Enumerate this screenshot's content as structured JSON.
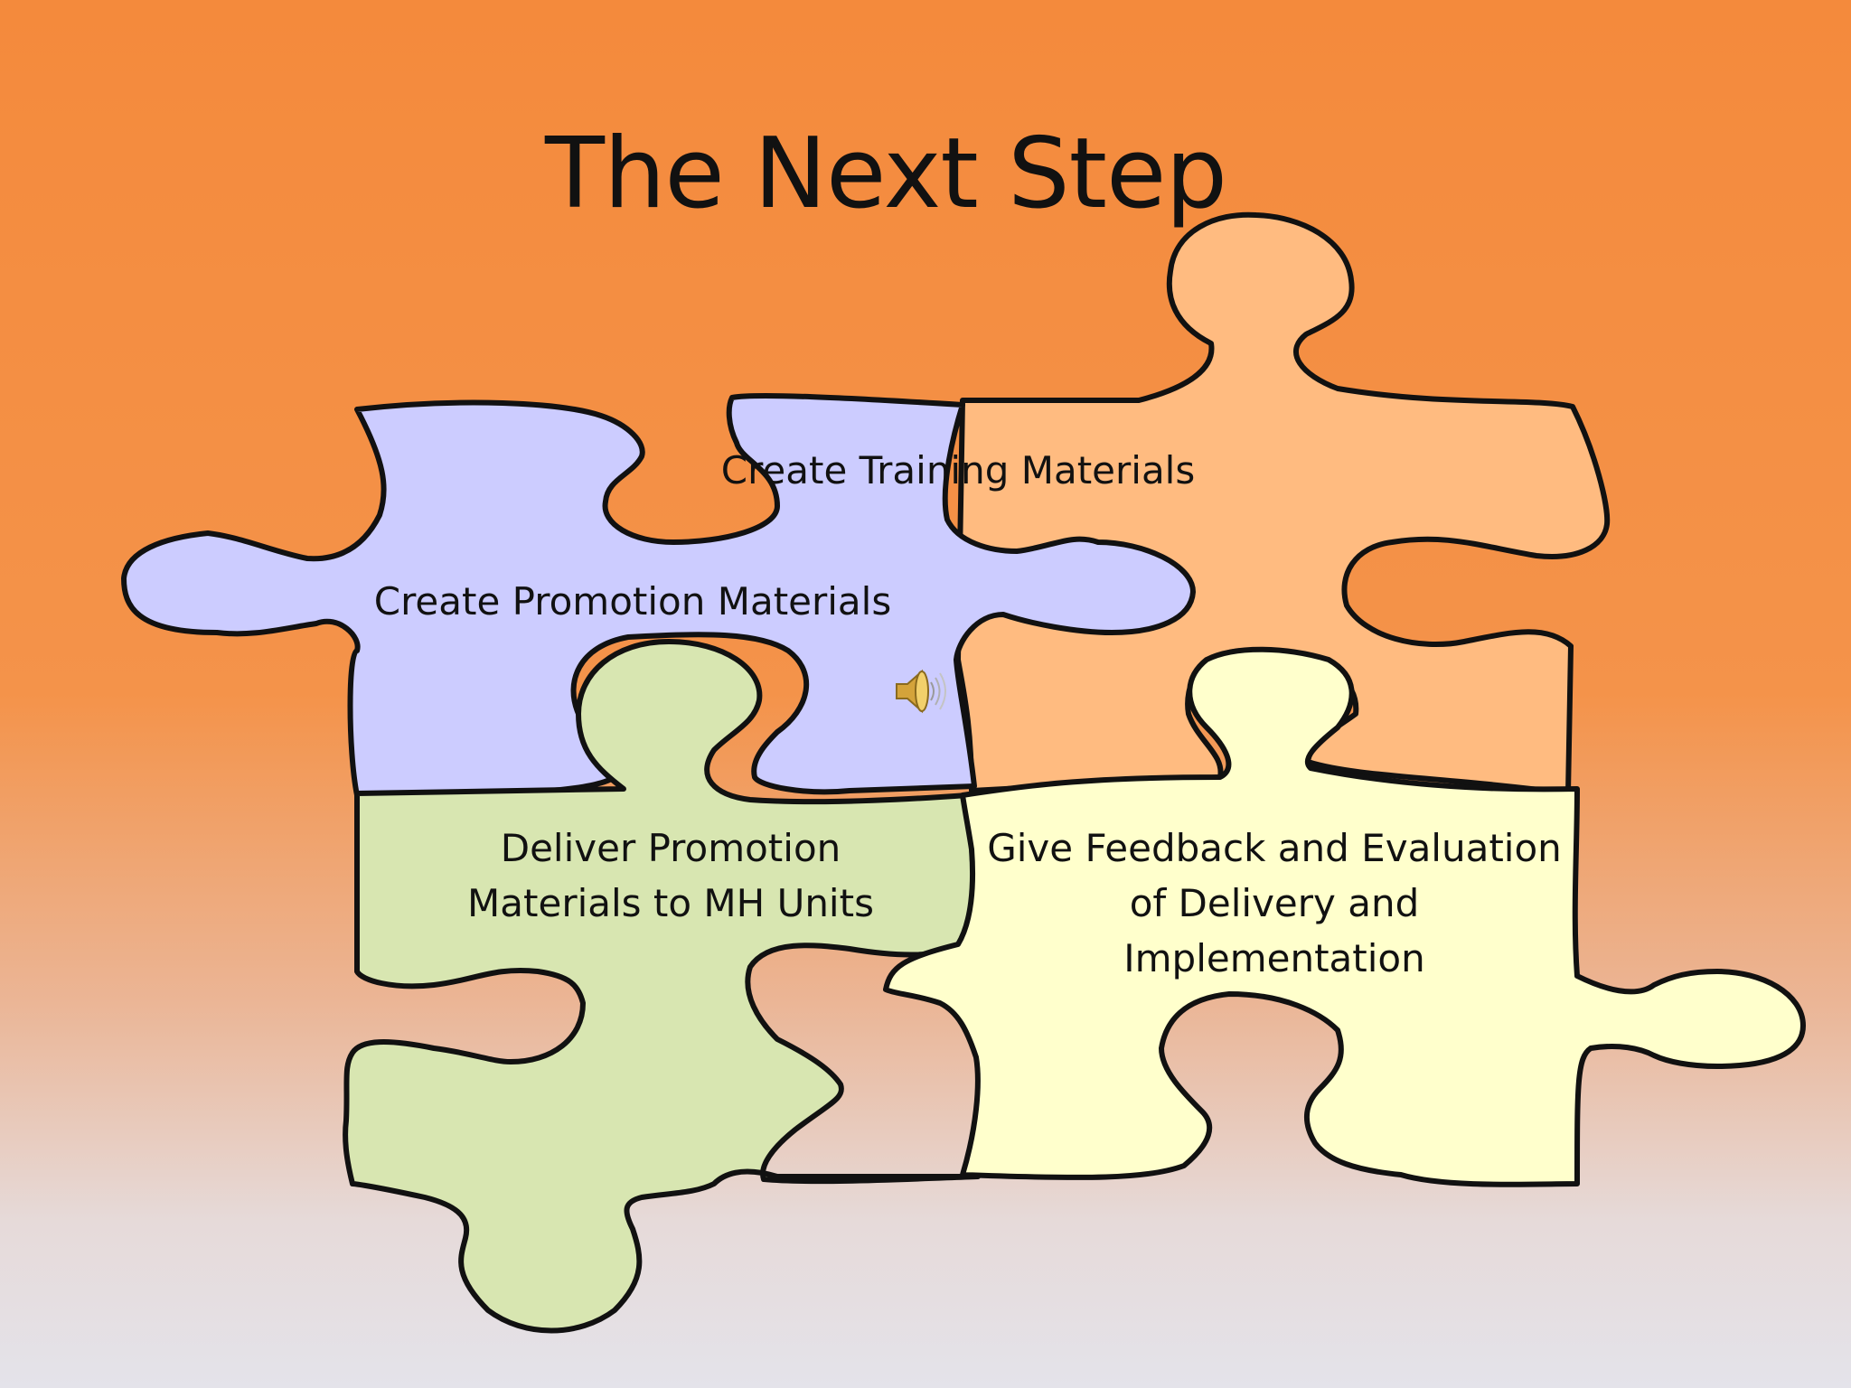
{
  "title": "The Next Step",
  "pieces": {
    "training": {
      "label": "Create Training Materials",
      "color": "#ffbb80"
    },
    "promotion": {
      "label": "Create Promotion Materials",
      "color": "#ccccff"
    },
    "deliver": {
      "label": "Deliver Promotion Materials to MH Units",
      "color": "#d8e6b1"
    },
    "feedback": {
      "label": "Give Feedback and Evaluation of Delivery and Implementation",
      "color": "#ffffcc"
    }
  },
  "icons": {
    "audio": "speaker-icon"
  }
}
